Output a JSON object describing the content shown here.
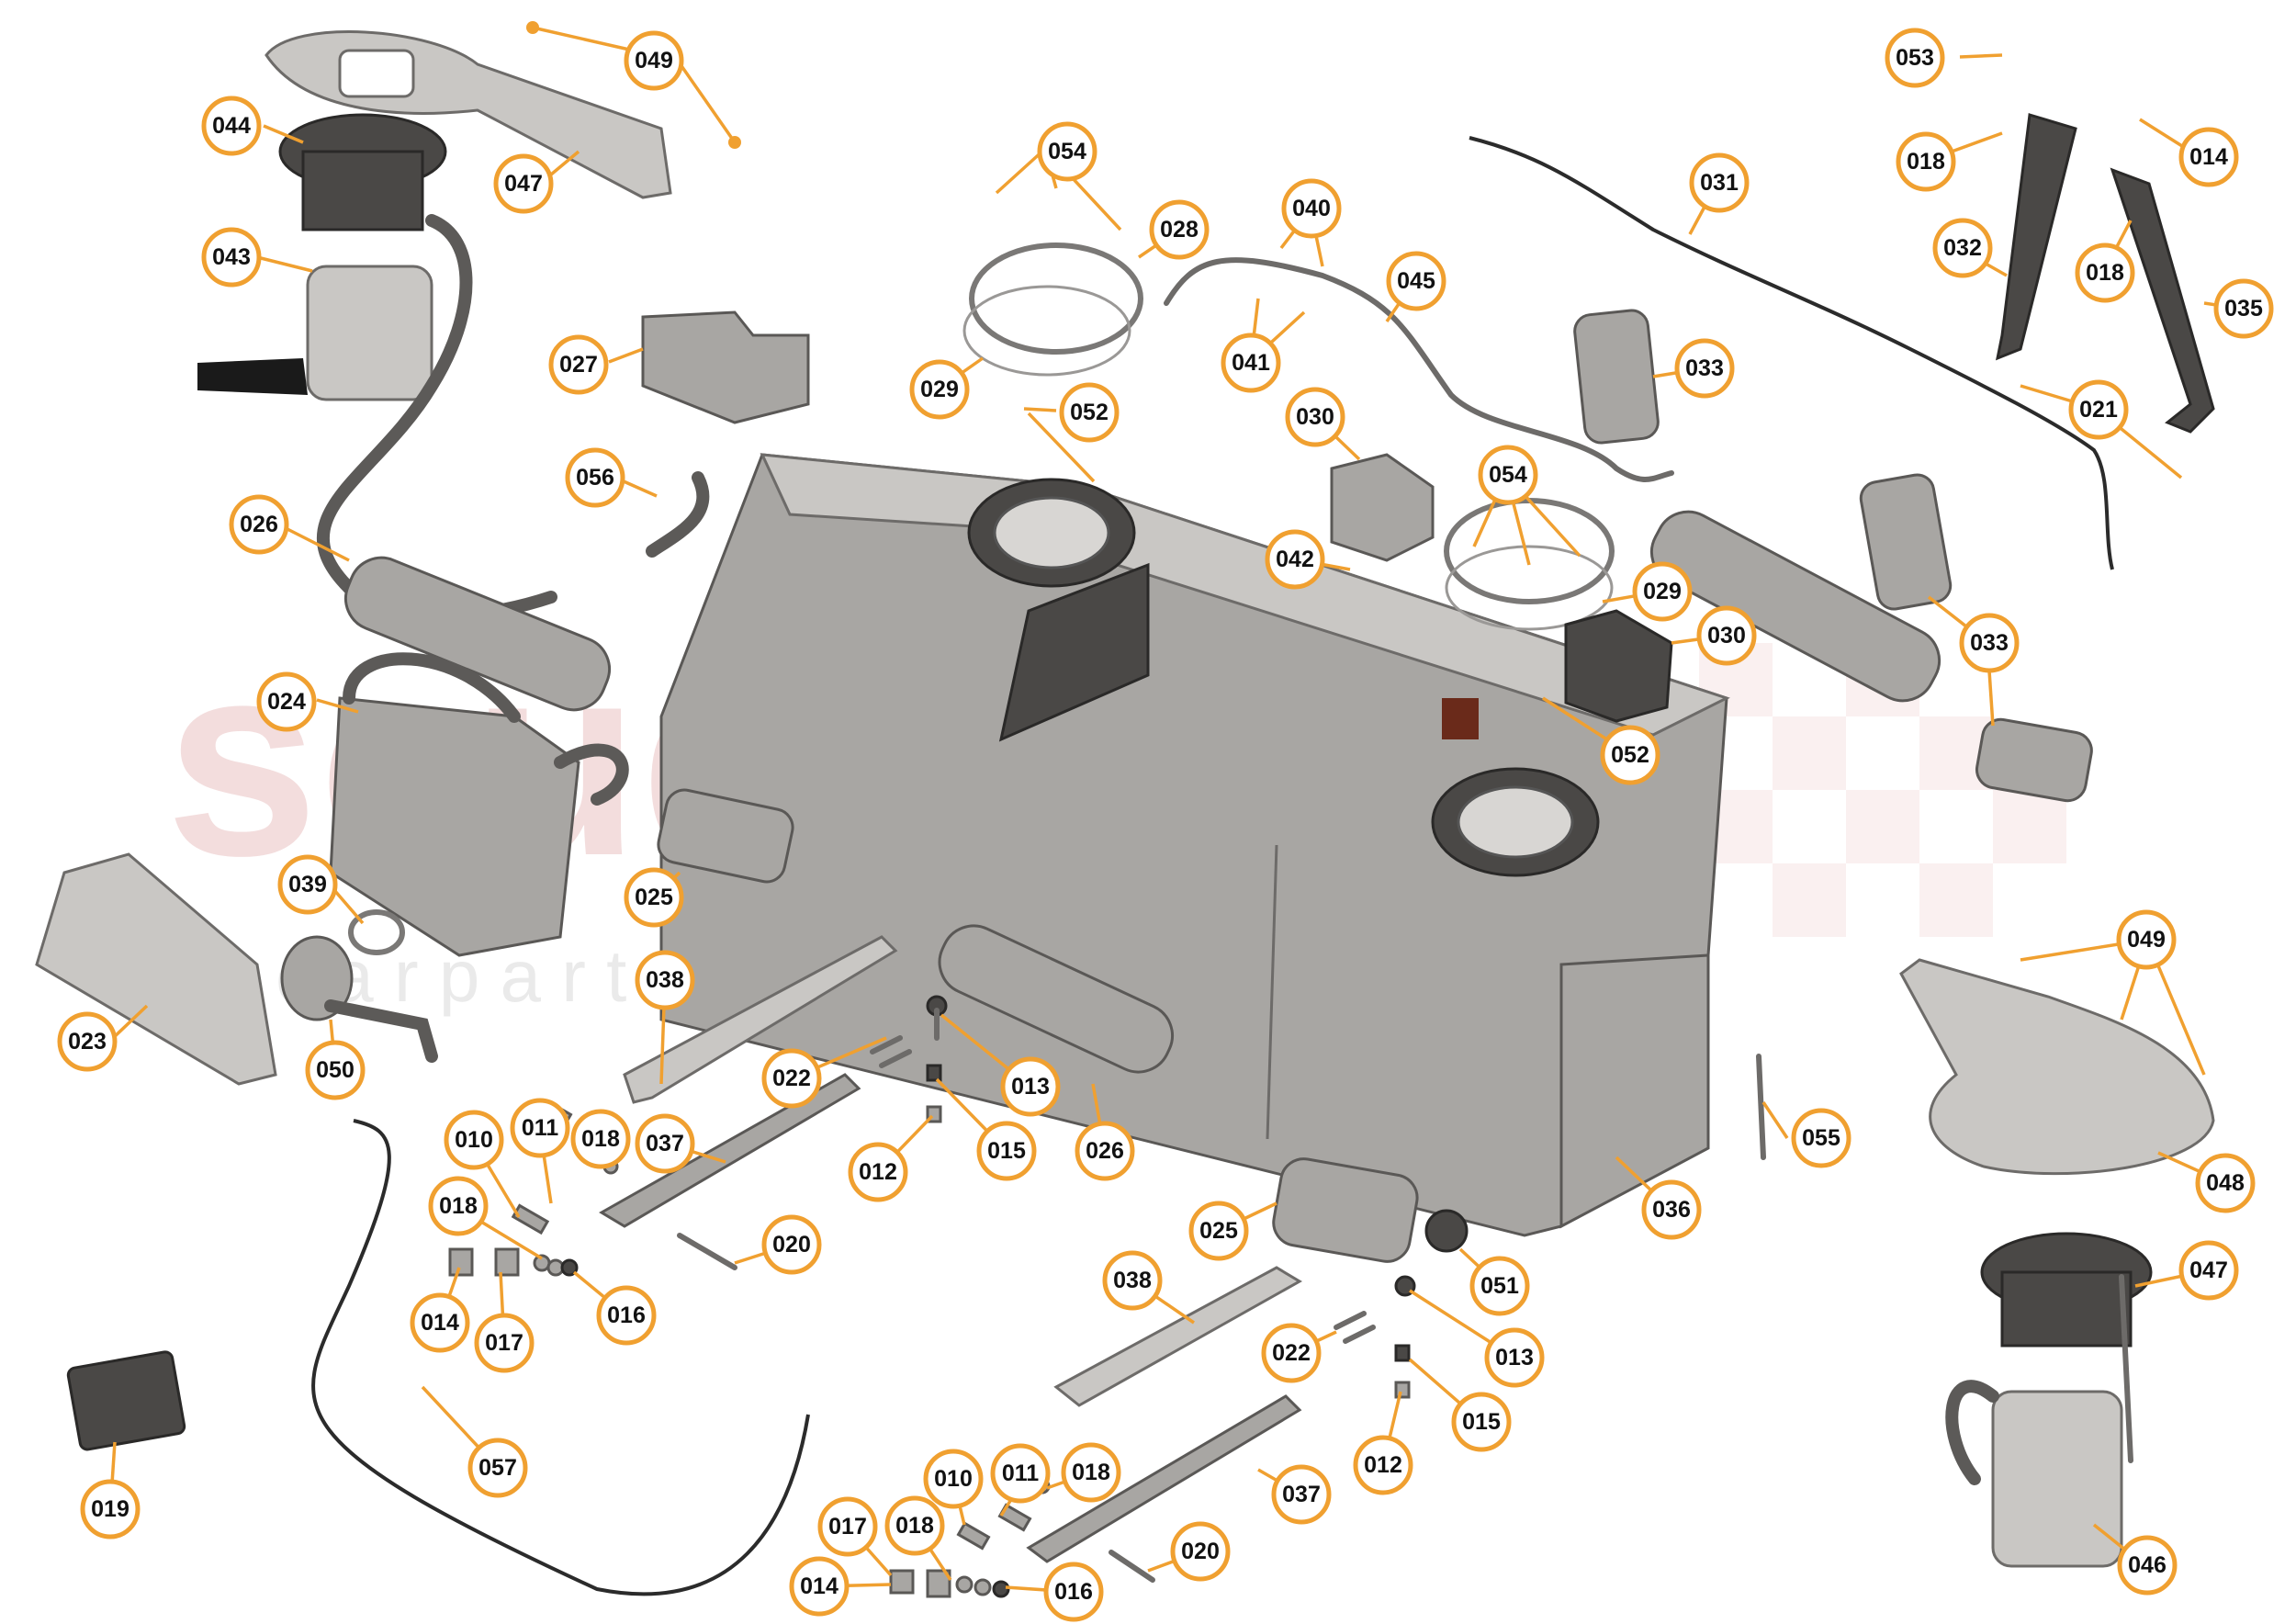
{
  "watermark": {
    "brand": "scuderia",
    "sub": "c a r p a r t s"
  },
  "callouts": {
    "c010a": "010",
    "c010b": "010",
    "c011a": "011",
    "c011b": "011",
    "c012a": "012",
    "c012b": "012",
    "c013a": "013",
    "c013b": "013",
    "c014a": "014",
    "c014b": "014",
    "c014c": "014",
    "c015a": "015",
    "c015b": "015",
    "c016a": "016",
    "c016b": "016",
    "c017a": "017",
    "c017b": "017",
    "c018a": "018",
    "c018b": "018",
    "c018c": "018",
    "c018d": "018",
    "c018e": "018",
    "c018f": "018",
    "c019": "019",
    "c020a": "020",
    "c020b": "020",
    "c021": "021",
    "c022a": "022",
    "c022b": "022",
    "c023": "023",
    "c024": "024",
    "c025a": "025",
    "c025b": "025",
    "c026a": "026",
    "c026b": "026",
    "c027": "027",
    "c028": "028",
    "c029a": "029",
    "c029b": "029",
    "c030a": "030",
    "c030b": "030",
    "c031": "031",
    "c032": "032",
    "c033a": "033",
    "c033b": "033",
    "c035": "035",
    "c036": "036",
    "c037a": "037",
    "c037b": "037",
    "c038a": "038",
    "c038b": "038",
    "c039": "039",
    "c040": "040",
    "c041": "041",
    "c042": "042",
    "c043": "043",
    "c044": "044",
    "c045": "045",
    "c046": "046",
    "c047a": "047",
    "c047b": "047",
    "c048": "048",
    "c049a": "049",
    "c049b": "049",
    "c050": "050",
    "c051": "051",
    "c052a": "052",
    "c052b": "052",
    "c053": "053",
    "c054a": "054",
    "c054b": "054",
    "c055": "055",
    "c056": "056",
    "c057": "057"
  }
}
